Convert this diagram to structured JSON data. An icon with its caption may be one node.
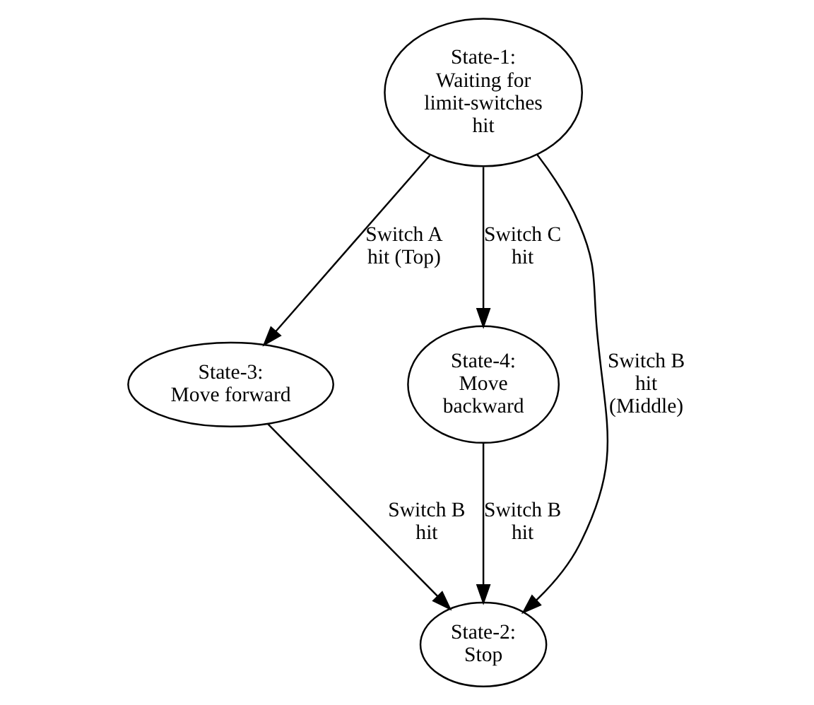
{
  "diagram": {
    "nodes": [
      {
        "text": [
          "State-1: Waiting for limit-switches hit"
        ]
      },
      {
        "text": [
          "State-3: Move forward"
        ]
      },
      {
        "text": [
          "State-4: Move backward"
        ]
      },
      {
        "text": [
          "State-2: Stop"
        ]
      }
    ],
    "edges": [
      {
        "from": 0,
        "to": 1,
        "arrow": "to",
        "label": "Switch A hit (Top)"
      },
      {
        "from": 0,
        "to": 3,
        "arrow": "to",
        "label": "Switch B hit (Middle)"
      },
      {
        "from": 0,
        "to": 2,
        "arrow": "to",
        "label": "Switch C hit"
      },
      {
        "from": 1,
        "to": 3,
        "arrow": "to",
        "label": "Switch B hit"
      },
      {
        "from": 2,
        "to": 3,
        "arrow": "to",
        "label": "Switch B hit"
      }
    ]
  }
}
